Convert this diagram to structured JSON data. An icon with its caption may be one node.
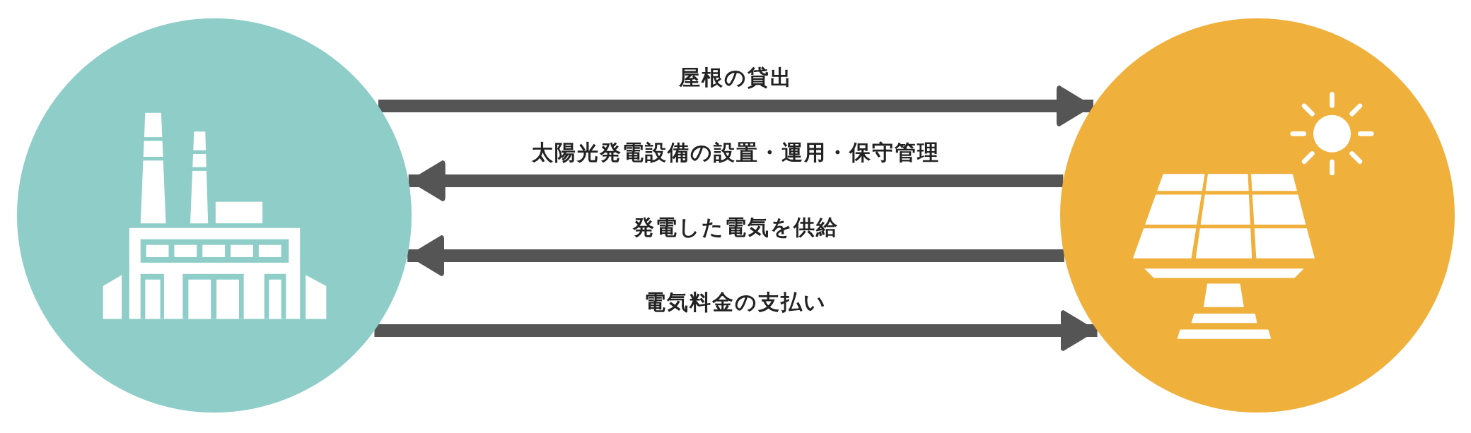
{
  "diagram": {
    "nodes": [
      {
        "text": [],
        "shape": "circle"
      },
      {
        "text": [],
        "shape": "circle"
      }
    ],
    "edges": [
      {
        "from": 0,
        "to": 1,
        "arrow": "to",
        "label": "屋根の貸出"
      },
      {
        "from": 1,
        "to": 0,
        "arrow": "to",
        "label": "太陽光発電設備の設置・運用・保守管理"
      },
      {
        "from": 1,
        "to": 0,
        "arrow": "to",
        "label": "発電した電気を供給"
      },
      {
        "from": 0,
        "to": 1,
        "arrow": "to",
        "label": "電気料金の支払い"
      }
    ]
  }
}
